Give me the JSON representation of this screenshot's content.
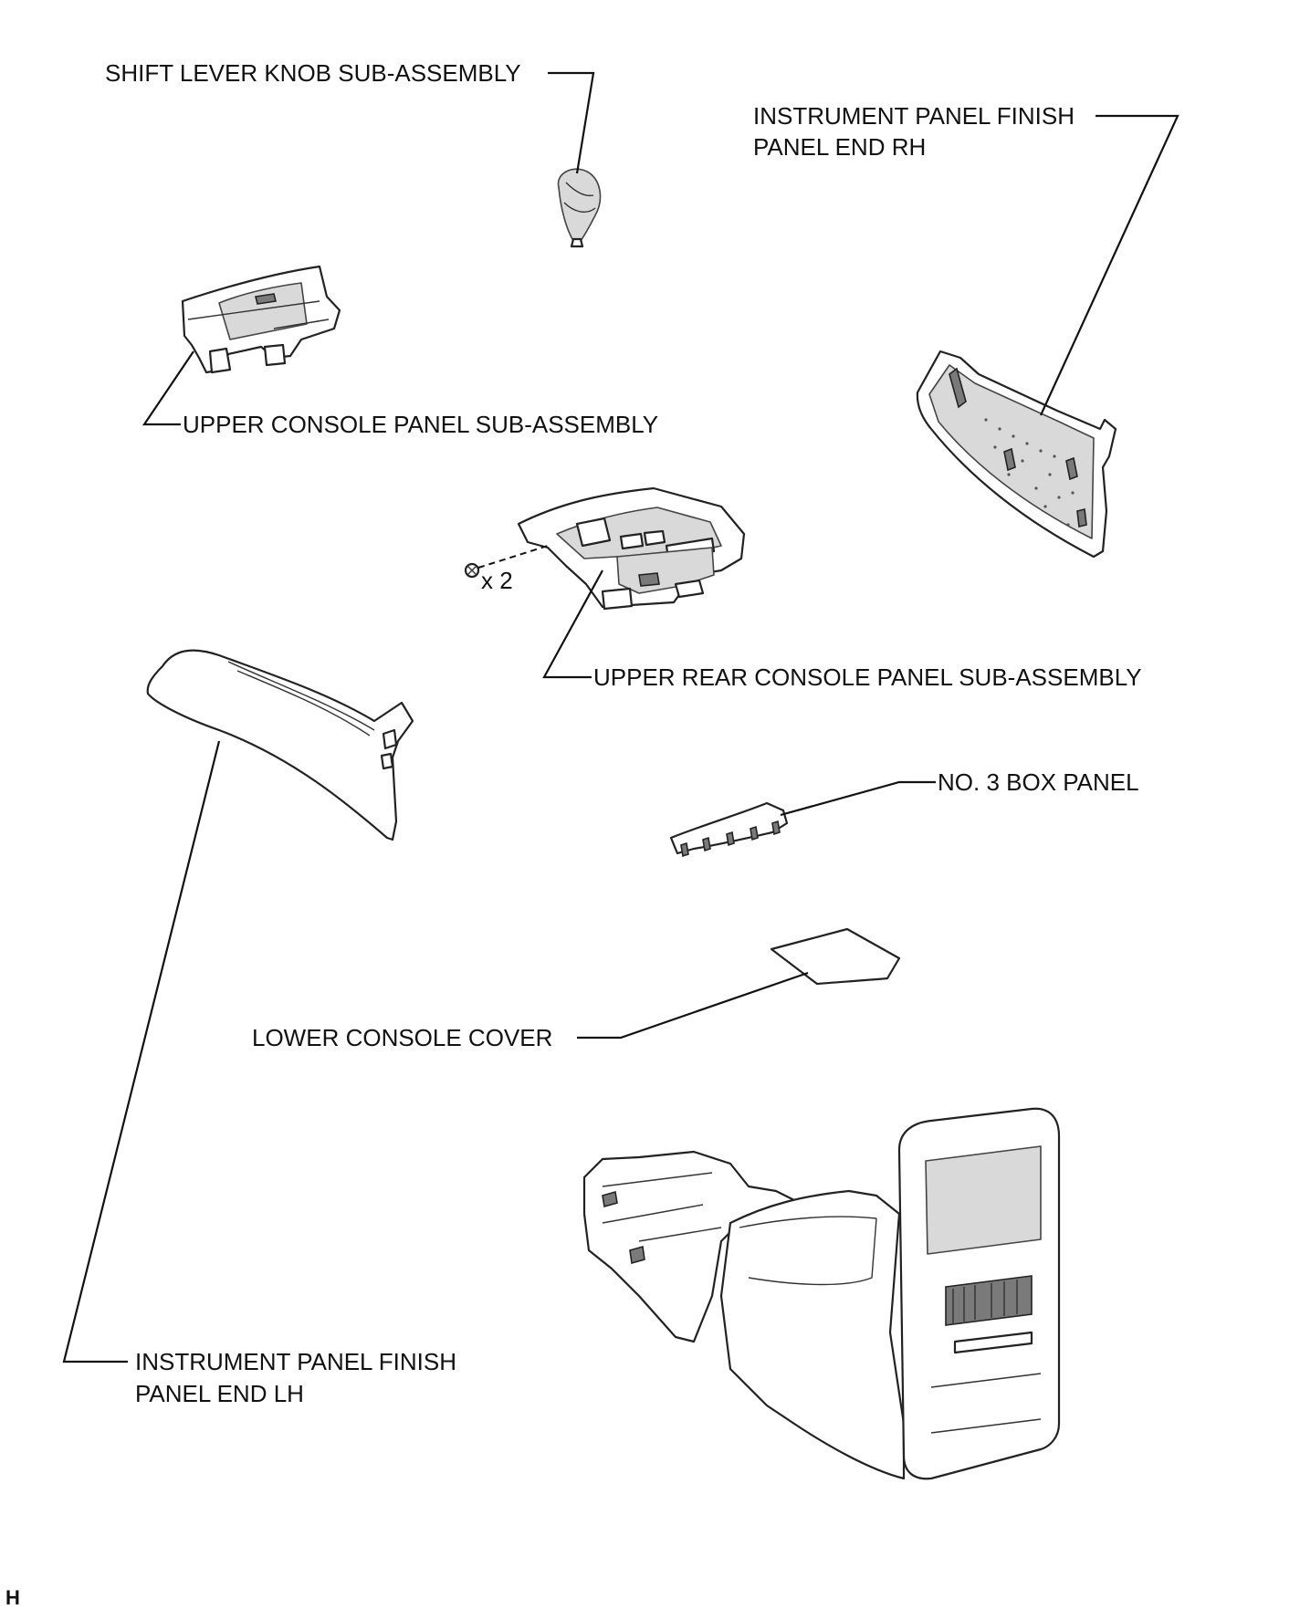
{
  "labels": {
    "shift_knob": "SHIFT LEVER KNOB SUB-ASSEMBLY",
    "panel_end_rh_line1": "INSTRUMENT PANEL FINISH",
    "panel_end_rh_line2": "PANEL END RH",
    "upper_console": "UPPER CONSOLE PANEL SUB-ASSEMBLY",
    "screw_qty": "x 2",
    "upper_rear_console": "UPPER REAR CONSOLE PANEL SUB-ASSEMBLY",
    "box_panel": "NO. 3 BOX PANEL",
    "lower_console_cover": "LOWER CONSOLE COVER",
    "panel_end_lh_line1": "INSTRUMENT PANEL FINISH",
    "panel_end_lh_line2": "PANEL END LH"
  },
  "corner_mark": "H"
}
